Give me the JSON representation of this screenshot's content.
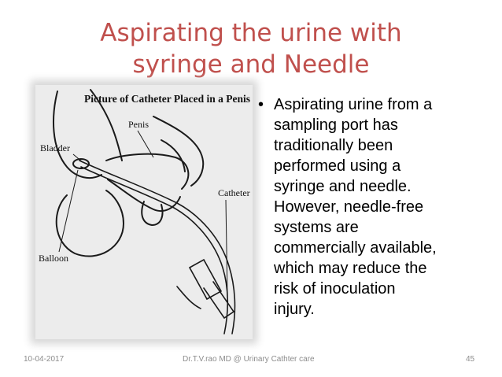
{
  "slide": {
    "title_lines": [
      "Aspirating the urine with",
      "syringe and Needle"
    ],
    "title_color": "#c0504d",
    "figure": {
      "heading": "Picture of Catheter Placed in a Penis",
      "labels": {
        "penis": "Penis",
        "bladder": "Bladder",
        "catheter": "Catheter",
        "balloon": "Balloon"
      }
    },
    "bullet": {
      "lines": [
        "Aspirating urine from a",
        "sampling port has",
        "traditionally been",
        "performed using a",
        "syringe and needle.",
        "However, needle-free",
        "systems are",
        "commercially available,",
        "which may reduce the",
        "risk of inoculation",
        "injury."
      ]
    },
    "footer": {
      "date": "10-04-2017",
      "center": "Dr.T.V.rao MD @ Urinary Cathter care",
      "page": "45"
    }
  }
}
